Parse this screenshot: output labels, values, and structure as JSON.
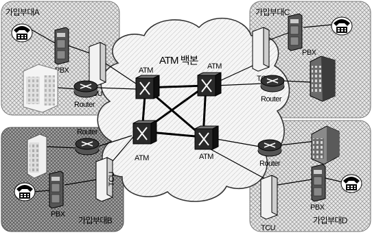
{
  "cloud": {
    "title": "ATM 백본"
  },
  "sites": [
    {
      "name": "가입부대A"
    },
    {
      "name": "가입부대C"
    },
    {
      "name": "가입부대B"
    },
    {
      "name": "가입부대D"
    }
  ],
  "labels": {
    "atm": "ATM",
    "router": "Router",
    "pbx": "PBX",
    "tcu": "TCU"
  },
  "colors": {
    "site_light": "#e4e4e4",
    "site_dark": "#9a9a9a",
    "cloud": "#f4f4f4",
    "link": "#000000"
  },
  "icons": [
    "phone-icon",
    "pbx-icon",
    "tcu-icon",
    "building-icon",
    "router-icon",
    "atm-switch-icon"
  ]
}
